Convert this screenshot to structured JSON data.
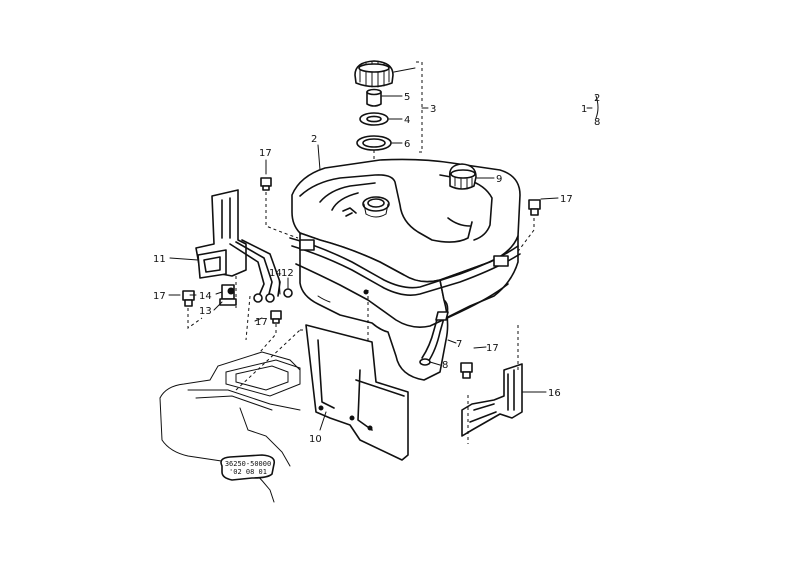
{
  "callouts": {
    "c1": "1",
    "c2_group": "2",
    "c8_group": "8",
    "c2": "2",
    "c3": "3",
    "c4": "4",
    "c5": "5",
    "c6": "6",
    "c7": "7",
    "c8": "8",
    "c9": "9",
    "c10": "10",
    "c11": "11",
    "c12": "12",
    "c13": "13",
    "c14a": "14",
    "c14b": "14",
    "c16": "16",
    "c17a": "17",
    "c17b": "17",
    "c17c": "17",
    "c17d": "17",
    "c17e": "17"
  },
  "stamp": {
    "line1": "36250-50000",
    "line2": "'02  08  01"
  }
}
